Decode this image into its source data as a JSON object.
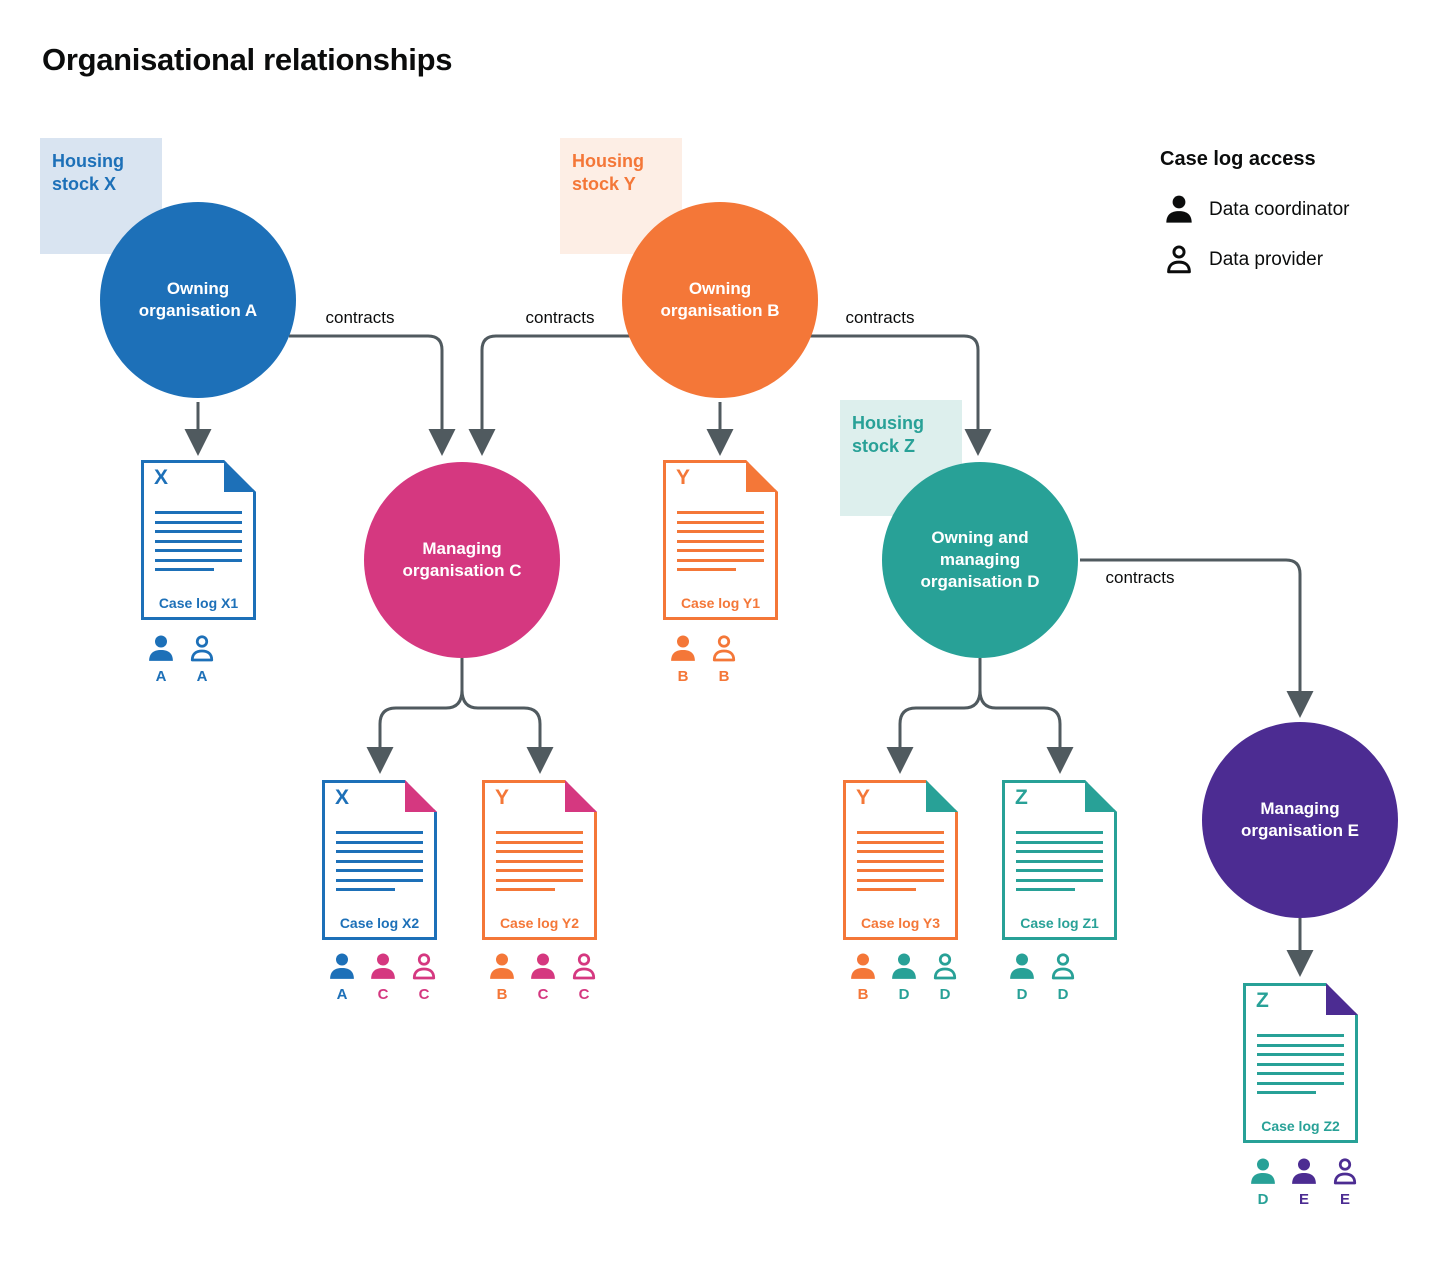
{
  "title": "Organisational relationships",
  "legend": {
    "title": "Case log access",
    "items": [
      {
        "icon": "person-filled-icon",
        "label": "Data coordinator"
      },
      {
        "icon": "person-outline-icon",
        "label": "Data provider"
      }
    ]
  },
  "labels": {
    "contracts": "contracts"
  },
  "colors": {
    "blue": "#1d70b8",
    "orange": "#f47738",
    "pink": "#d53880",
    "teal": "#28a197",
    "purple": "#4c2c92",
    "arrow_grey": "#505a5f",
    "text": "#0b0c0c",
    "blue_tint": "#d9e4f1",
    "orange_tint": "#fdeee5",
    "teal_tint": "#ddefed"
  },
  "housing_stocks": [
    {
      "label": "Housing stock X",
      "color": "blue"
    },
    {
      "label": "Housing stock Y",
      "color": "orange"
    },
    {
      "label": "Housing stock Z",
      "color": "teal"
    }
  ],
  "organisations": [
    {
      "id": "A",
      "label": "Owning organisation A",
      "color": "blue"
    },
    {
      "id": "B",
      "label": "Owning organisation B",
      "color": "orange"
    },
    {
      "id": "C",
      "label": "Managing organisation C",
      "color": "pink"
    },
    {
      "id": "D",
      "label": "Owning and managing organisation D",
      "color": "teal"
    },
    {
      "id": "E",
      "label": "Managing organisation E",
      "color": "purple"
    }
  ],
  "case_logs": [
    {
      "letter": "X",
      "label": "Case log X1",
      "doc_color": "blue",
      "fold_color": "blue",
      "access": [
        {
          "kind": "coordinator",
          "org": "A",
          "color": "blue"
        },
        {
          "kind": "provider",
          "org": "A",
          "color": "blue"
        }
      ]
    },
    {
      "letter": "Y",
      "label": "Case log Y1",
      "doc_color": "orange",
      "fold_color": "orange",
      "access": [
        {
          "kind": "coordinator",
          "org": "B",
          "color": "orange"
        },
        {
          "kind": "provider",
          "org": "B",
          "color": "orange"
        }
      ]
    },
    {
      "letter": "X",
      "label": "Case log X2",
      "doc_color": "blue",
      "fold_color": "pink",
      "access": [
        {
          "kind": "coordinator",
          "org": "A",
          "color": "blue"
        },
        {
          "kind": "coordinator",
          "org": "C",
          "color": "pink"
        },
        {
          "kind": "provider",
          "org": "C",
          "color": "pink"
        }
      ]
    },
    {
      "letter": "Y",
      "label": "Case log Y2",
      "doc_color": "orange",
      "fold_color": "pink",
      "access": [
        {
          "kind": "coordinator",
          "org": "B",
          "color": "orange"
        },
        {
          "kind": "coordinator",
          "org": "C",
          "color": "pink"
        },
        {
          "kind": "provider",
          "org": "C",
          "color": "pink"
        }
      ]
    },
    {
      "letter": "Y",
      "label": "Case log Y3",
      "doc_color": "orange",
      "fold_color": "teal",
      "access": [
        {
          "kind": "coordinator",
          "org": "B",
          "color": "orange"
        },
        {
          "kind": "coordinator",
          "org": "D",
          "color": "teal"
        },
        {
          "kind": "provider",
          "org": "D",
          "color": "teal"
        }
      ]
    },
    {
      "letter": "Z",
      "label": "Case log Z1",
      "doc_color": "teal",
      "fold_color": "teal",
      "access": [
        {
          "kind": "coordinator",
          "org": "D",
          "color": "teal"
        },
        {
          "kind": "provider",
          "org": "D",
          "color": "teal"
        }
      ]
    },
    {
      "letter": "Z",
      "label": "Case log Z2",
      "doc_color": "teal",
      "fold_color": "purple",
      "access": [
        {
          "kind": "coordinator",
          "org": "D",
          "color": "teal"
        },
        {
          "kind": "coordinator",
          "org": "E",
          "color": "purple"
        },
        {
          "kind": "provider",
          "org": "E",
          "color": "purple"
        }
      ]
    }
  ]
}
